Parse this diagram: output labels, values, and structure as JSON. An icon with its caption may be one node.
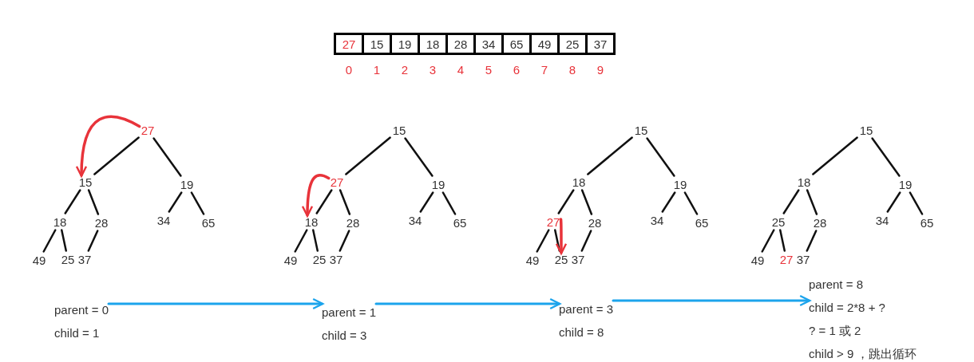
{
  "diagram": {
    "nodes": [
      {
        "text": [],
        "shape": "box"
      },
      {
        "text": [
          "27"
        ],
        "in": 0
      },
      {
        "text": [
          "15"
        ],
        "in": 0
      },
      {
        "text": [
          "19"
        ],
        "in": 0
      },
      {
        "text": [
          "18"
        ],
        "in": 0
      },
      {
        "text": [
          "28"
        ],
        "in": 0
      },
      {
        "text": [
          "34"
        ],
        "in": 0
      },
      {
        "text": [
          "65"
        ],
        "in": 0
      },
      {
        "text": [
          "49"
        ],
        "in": 0
      },
      {
        "text": [
          "25"
        ],
        "in": 0
      },
      {
        "text": [
          "37"
        ],
        "in": 0
      },
      {
        "text": [
          "27"
        ]
      },
      {
        "text": [
          "15"
        ]
      },
      {
        "text": [
          "19"
        ]
      },
      {
        "text": [
          "18"
        ]
      },
      {
        "text": [
          "28"
        ]
      },
      {
        "text": [
          "34"
        ]
      },
      {
        "text": [
          "65"
        ]
      },
      {
        "text": [
          "49"
        ]
      },
      {
        "text": [
          "25"
        ]
      },
      {
        "text": [
          "37"
        ]
      },
      {
        "text": [
          "15"
        ]
      },
      {
        "text": [
          "27"
        ]
      },
      {
        "text": [
          "19"
        ]
      },
      {
        "text": [
          "18"
        ]
      },
      {
        "text": [
          "28"
        ]
      },
      {
        "text": [
          "34"
        ]
      },
      {
        "text": [
          "65"
        ]
      },
      {
        "text": [
          "49"
        ]
      },
      {
        "text": [
          "25"
        ]
      },
      {
        "text": [
          "37"
        ]
      },
      {
        "text": [
          "15"
        ]
      },
      {
        "text": [
          "18"
        ]
      },
      {
        "text": [
          "19"
        ]
      },
      {
        "text": [
          "27"
        ]
      },
      {
        "text": [
          "28"
        ]
      },
      {
        "text": [
          "34"
        ]
      },
      {
        "text": [
          "65"
        ]
      },
      {
        "text": [
          "49"
        ]
      },
      {
        "text": [
          "25"
        ]
      },
      {
        "text": [
          "37"
        ]
      },
      {
        "text": [
          "15"
        ]
      },
      {
        "text": [
          "18"
        ]
      },
      {
        "text": [
          "19"
        ]
      },
      {
        "text": [
          "25"
        ]
      },
      {
        "text": [
          "28"
        ]
      },
      {
        "text": [
          "34"
        ]
      },
      {
        "text": [
          "65"
        ]
      },
      {
        "text": [
          "49"
        ]
      },
      {
        "text": [
          "27"
        ]
      },
      {
        "text": [
          "37"
        ]
      },
      {
        "text": [
          "parent = 0",
          "child = 1"
        ]
      },
      {
        "text": [
          "parent = 1",
          "child = 3"
        ]
      },
      {
        "text": [
          "parent = 3",
          "child = 8"
        ]
      },
      {
        "text": [
          "parent = 8",
          "child = 2*8 + ?",
          "? = 1 或 2",
          "child > 9 ，跳出循环"
        ]
      }
    ],
    "edges": [
      {
        "from": 11,
        "to": 12,
        "arrow": "none"
      },
      {
        "from": 11,
        "to": 13,
        "arrow": "none"
      },
      {
        "from": 12,
        "to": 14,
        "arrow": "none"
      },
      {
        "from": 12,
        "to": 15,
        "arrow": "none"
      },
      {
        "from": 13,
        "to": 16,
        "arrow": "none"
      },
      {
        "from": 13,
        "to": 17,
        "arrow": "none"
      },
      {
        "from": 14,
        "to": 18,
        "arrow": "none"
      },
      {
        "from": 14,
        "to": 19,
        "arrow": "none"
      },
      {
        "from": 15,
        "to": 20,
        "arrow": "none"
      },
      {
        "from": 21,
        "to": 22,
        "arrow": "none"
      },
      {
        "from": 21,
        "to": 23,
        "arrow": "none"
      },
      {
        "from": 22,
        "to": 24,
        "arrow": "none"
      },
      {
        "from": 22,
        "to": 25,
        "arrow": "none"
      },
      {
        "from": 23,
        "to": 26,
        "arrow": "none"
      },
      {
        "from": 23,
        "to": 27,
        "arrow": "none"
      },
      {
        "from": 24,
        "to": 28,
        "arrow": "none"
      },
      {
        "from": 24,
        "to": 29,
        "arrow": "none"
      },
      {
        "from": 25,
        "to": 30,
        "arrow": "none"
      },
      {
        "from": 31,
        "to": 32,
        "arrow": "none"
      },
      {
        "from": 31,
        "to": 33,
        "arrow": "none"
      },
      {
        "from": 32,
        "to": 34,
        "arrow": "none"
      },
      {
        "from": 32,
        "to": 35,
        "arrow": "none"
      },
      {
        "from": 33,
        "to": 36,
        "arrow": "none"
      },
      {
        "from": 33,
        "to": 37,
        "arrow": "none"
      },
      {
        "from": 34,
        "to": 38,
        "arrow": "none"
      },
      {
        "from": 34,
        "to": 39,
        "arrow": "none"
      },
      {
        "from": 35,
        "to": 40,
        "arrow": "none"
      },
      {
        "from": 41,
        "to": 42,
        "arrow": "none"
      },
      {
        "from": 41,
        "to": 43,
        "arrow": "none"
      },
      {
        "from": 42,
        "to": 44,
        "arrow": "none"
      },
      {
        "from": 42,
        "to": 45,
        "arrow": "none"
      },
      {
        "from": 43,
        "to": 46,
        "arrow": "none"
      },
      {
        "from": 43,
        "to": 47,
        "arrow": "none"
      },
      {
        "from": 44,
        "to": 48,
        "arrow": "none"
      },
      {
        "from": 44,
        "to": 49,
        "arrow": "none"
      },
      {
        "from": 45,
        "to": 50,
        "arrow": "none"
      },
      {
        "from": 11,
        "to": 12,
        "arrow": "to",
        "color": "#e8333a"
      },
      {
        "from": 22,
        "to": 24,
        "arrow": "to",
        "color": "#e8333a"
      },
      {
        "from": 34,
        "to": 39,
        "arrow": "to",
        "color": "#e8333a"
      },
      {
        "from": 51,
        "to": 52,
        "arrow": "to",
        "color": "#1ca4ec"
      },
      {
        "from": 52,
        "to": 53,
        "arrow": "to",
        "color": "#1ca4ec"
      },
      {
        "from": 53,
        "to": 54,
        "arrow": "to",
        "color": "#1ca4ec"
      }
    ],
    "labels": [
      "0",
      "1",
      "2",
      "3",
      "4",
      "5",
      "6",
      "7",
      "8",
      "9"
    ]
  }
}
